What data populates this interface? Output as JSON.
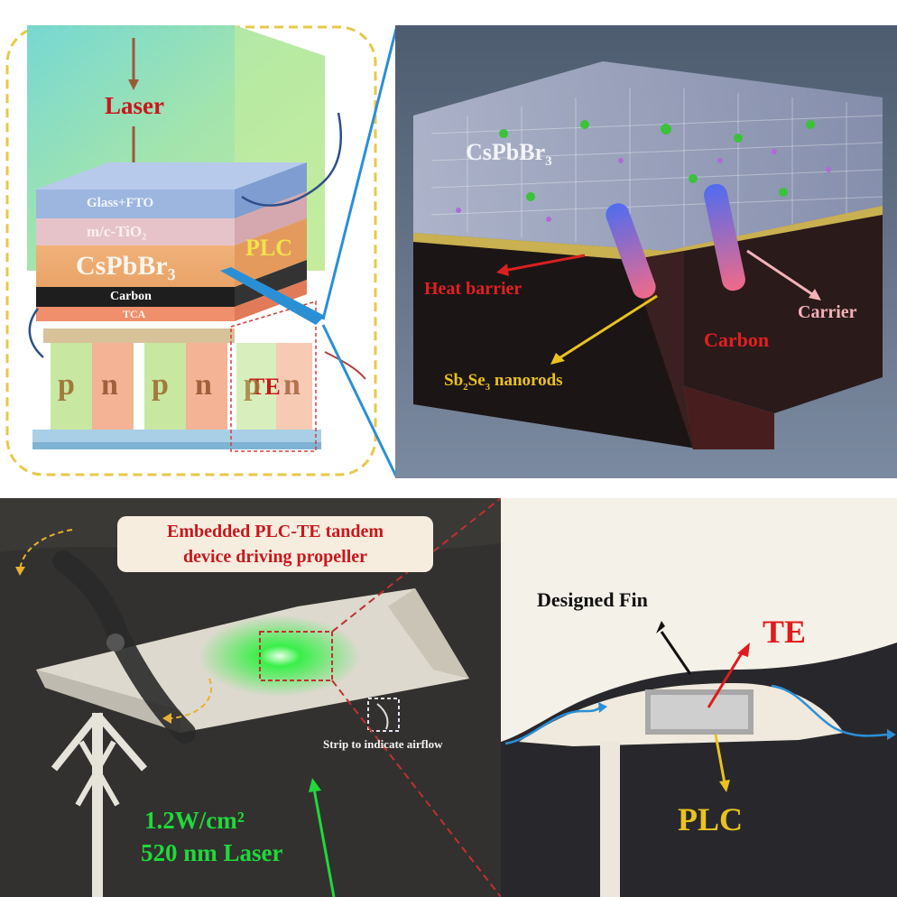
{
  "top_left": {
    "laser": "Laser",
    "glass_fto": "Glass+FTO",
    "tio2": "m/c-TiO₂",
    "perovskite": "CsPbBr₃",
    "carbon": "Carbon",
    "tca": "TCA",
    "plc": "PLC",
    "te": "TE",
    "legs": [
      "p",
      "n",
      "p",
      "n",
      "p",
      "n"
    ]
  },
  "top_right": {
    "perovskite": "CsPbBr",
    "perovskite_sub": "3",
    "heat_barrier": "Heat barrier",
    "carrier": "Carrier",
    "carbon": "Carbon",
    "nanorods_a": "Sb",
    "nanorods_b": "2",
    "nanorods_c": "Se",
    "nanorods_d": "3",
    "nanorods_e": " nanorods"
  },
  "bottom_left": {
    "callout_line1": "Embedded PLC-TE tandem",
    "callout_line2": "device driving propeller",
    "strip_note": "Strip to indicate airflow",
    "intensity": "1.2W/cm²",
    "wavelength": "520 nm Laser"
  },
  "bottom_right": {
    "fin": "Designed Fin",
    "te": "TE",
    "plc": "PLC"
  },
  "colors": {
    "red_label": "#c8171c",
    "green_label": "#1fd93a",
    "yellow_label": "#e9c21f",
    "dashed_yellow": "#e7c94a",
    "blue_line": "#2b8fd6"
  }
}
